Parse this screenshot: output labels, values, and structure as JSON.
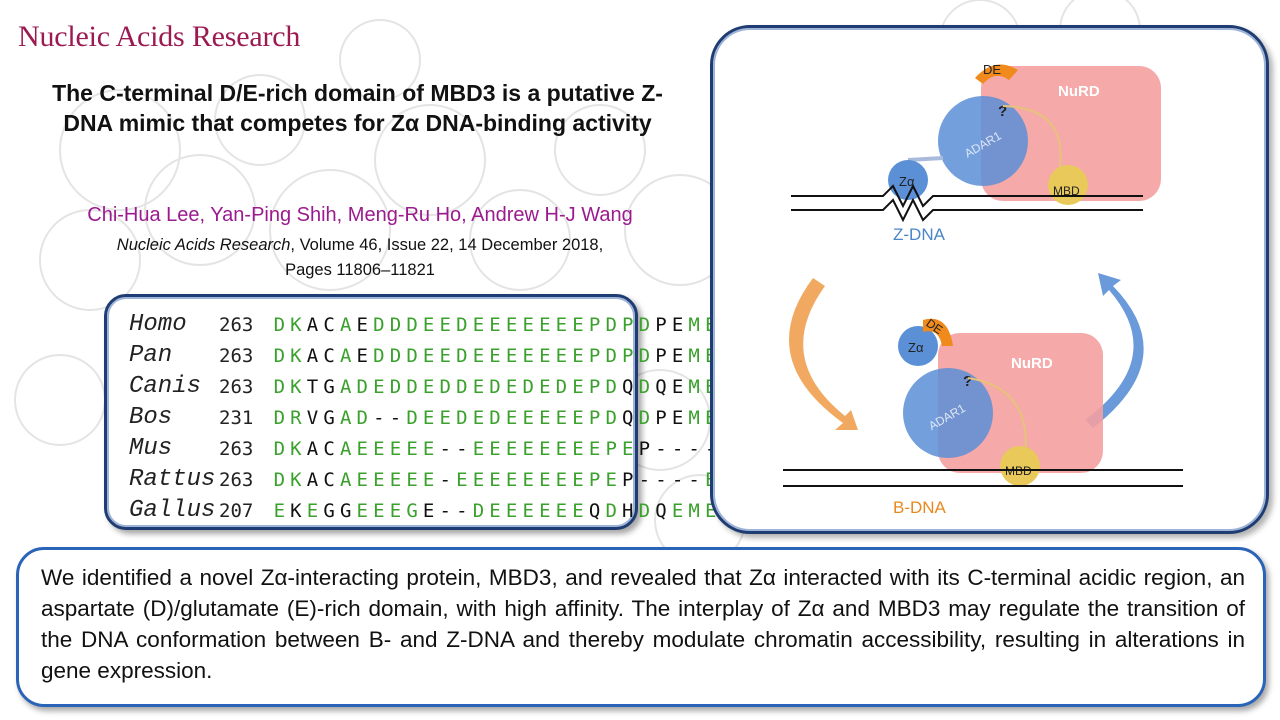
{
  "journal": {
    "name": "Nucleic Acids Research"
  },
  "paper": {
    "title": "The C-terminal D/E-rich domain of MBD3 is a putative Z-DNA mimic that competes for Zα DNA-binding activity",
    "authors": "Chi-Hua Lee, Yan-Ping Shih, Meng-Ru Ho, Andrew H-J Wang",
    "citation_journal": "Nucleic Acids Research",
    "citation_line1": ", Volume  46, Issue 22, 14 December 2018,",
    "citation_line2": "Pages 11806–11821"
  },
  "alignment": {
    "rows": [
      {
        "species": "Homo",
        "start": "263",
        "seq": "DKACAEDDDEEDEEEEEEEPDPDPEMEHV",
        "black": [
          2,
          3,
          5,
          23,
          24
        ]
      },
      {
        "species": "Pan",
        "start": "263",
        "seq": "DKACAEDDDEEDEEEEEEEPDPDPEMEHV",
        "black": [
          2,
          3,
          5,
          23,
          24
        ]
      },
      {
        "species": "Canis",
        "start": "263",
        "seq": "DKTGADEDDEDDEDEDEDEPDQDQEMEHV",
        "black": [
          2,
          3,
          21,
          23,
          24
        ]
      },
      {
        "species": "Bos",
        "start": "231",
        "seq": "DRVGAD--DEEDEDEEEEEPDQDPEMEHV",
        "black": [
          2,
          3,
          21,
          23,
          24
        ]
      },
      {
        "species": "Mus",
        "start": "263",
        "seq": "DKACAEEEEE--EEEEEEEEPEP----ERV",
        "black": [
          2,
          3,
          22
        ]
      },
      {
        "species": "Rattus",
        "start": "263",
        "seq": "DKACAEEEEE-EEEEEEEEPEP----ERV",
        "black": [
          2,
          3,
          21
        ]
      },
      {
        "species": "Gallus",
        "start": "207",
        "seq": "EKEGGEEEGE--DEEEEEEQDHDQEMENV",
        "black": [
          1,
          3,
          4,
          9,
          19,
          21,
          23,
          27
        ]
      }
    ]
  },
  "diagram": {
    "labels": {
      "nurd_top": "NuRD",
      "de_top": "DE",
      "question_top": "?",
      "adar1_top": "ADAR1",
      "za_top": "Zα",
      "mbd_top": "MBD",
      "zdna": "Z-DNA",
      "nurd_bottom": "NuRD",
      "de_bottom": "DE",
      "za_bottom": "Zα",
      "question_bottom": "?",
      "adar1_bottom": "ADAR1",
      "mbd_bottom": "MBD",
      "bdna": "B-DNA"
    },
    "colors": {
      "nurd": "#f4a0a0",
      "adar1": "#5b8fd6",
      "mbd": "#e8c95a",
      "de": "#f08a1c",
      "zdna_label": "#4a86c8",
      "bdna_label": "#e8891f",
      "arrow_orange": "#f0a050",
      "arrow_blue": "#5b8fd6"
    }
  },
  "summary": {
    "text": "We identified a novel Zα-interacting protein, MBD3, and revealed that Zα interacted with its C-terminal acidic region, an aspartate (D)/glutamate (E)-rich domain, with high affinity. The interplay of Zα and MBD3 may regulate the transition of the DNA conformation between B- and Z-DNA and thereby modulate chromatin accessibility, resulting in alterations in gene expression."
  }
}
